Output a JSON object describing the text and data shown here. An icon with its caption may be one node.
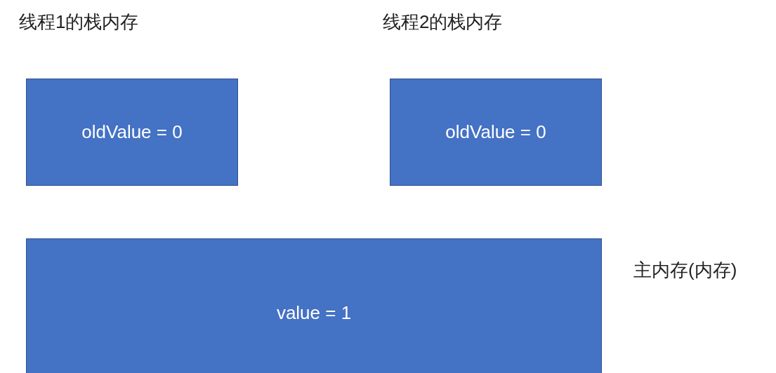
{
  "diagram": {
    "nodes": [
      {
        "text": [
          "线程1的栈内存",
          "oldValue = 0"
        ]
      },
      {
        "text": [
          "线程2的栈内存",
          "oldValue = 0"
        ]
      },
      {
        "text": [
          "value = 1"
        ],
        "beside": [
          "主内存(内存)"
        ]
      }
    ]
  }
}
